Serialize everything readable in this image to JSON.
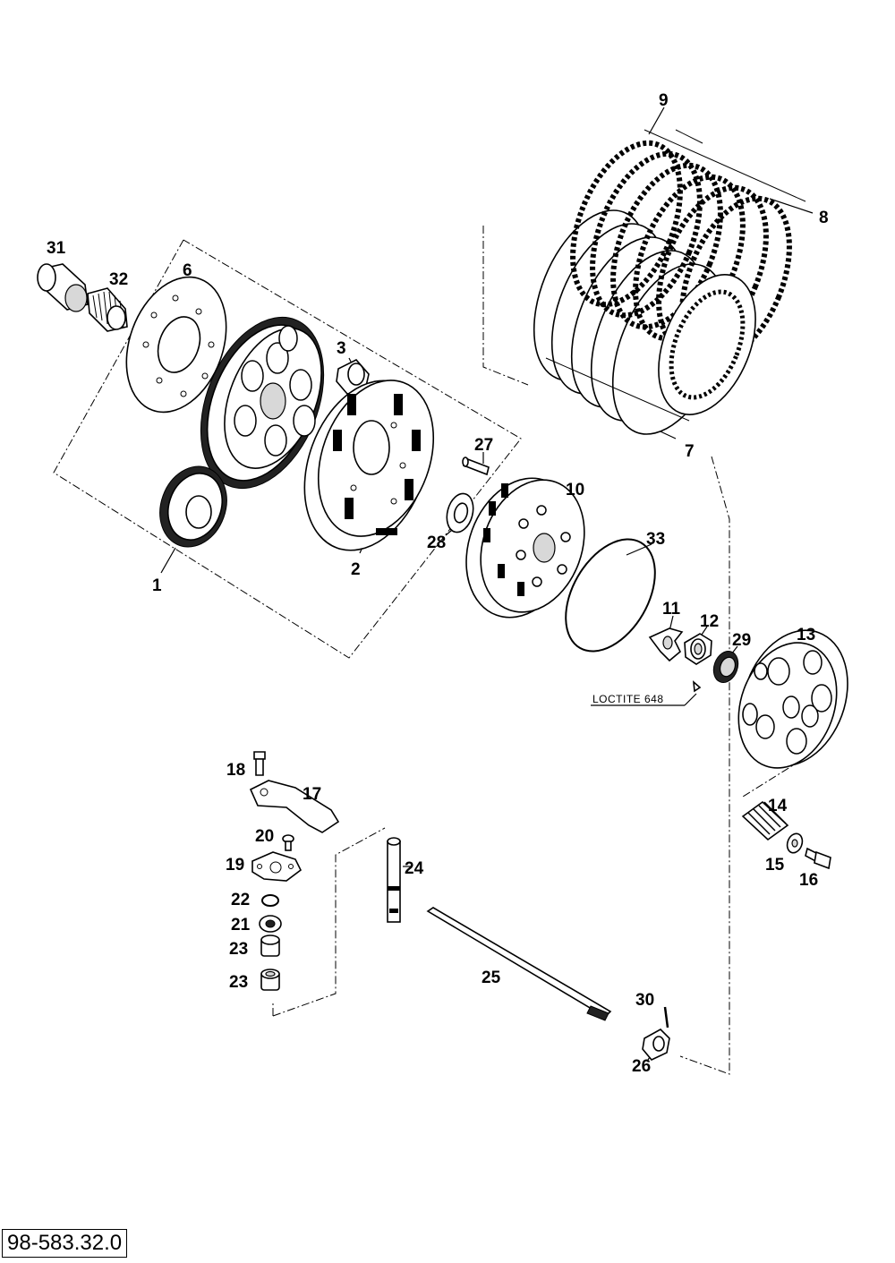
{
  "reference_number": "98-583.32.0",
  "annotation": "LOCTITE 648",
  "callouts": [
    "1",
    "2",
    "3",
    "6",
    "7",
    "8",
    "9",
    "10",
    "11",
    "12",
    "13",
    "14",
    "15",
    "16",
    "17",
    "18",
    "19",
    "20",
    "21",
    "22",
    "23",
    "23",
    "24",
    "25",
    "26",
    "27",
    "28",
    "29",
    "30",
    "31",
    "32",
    "33"
  ]
}
